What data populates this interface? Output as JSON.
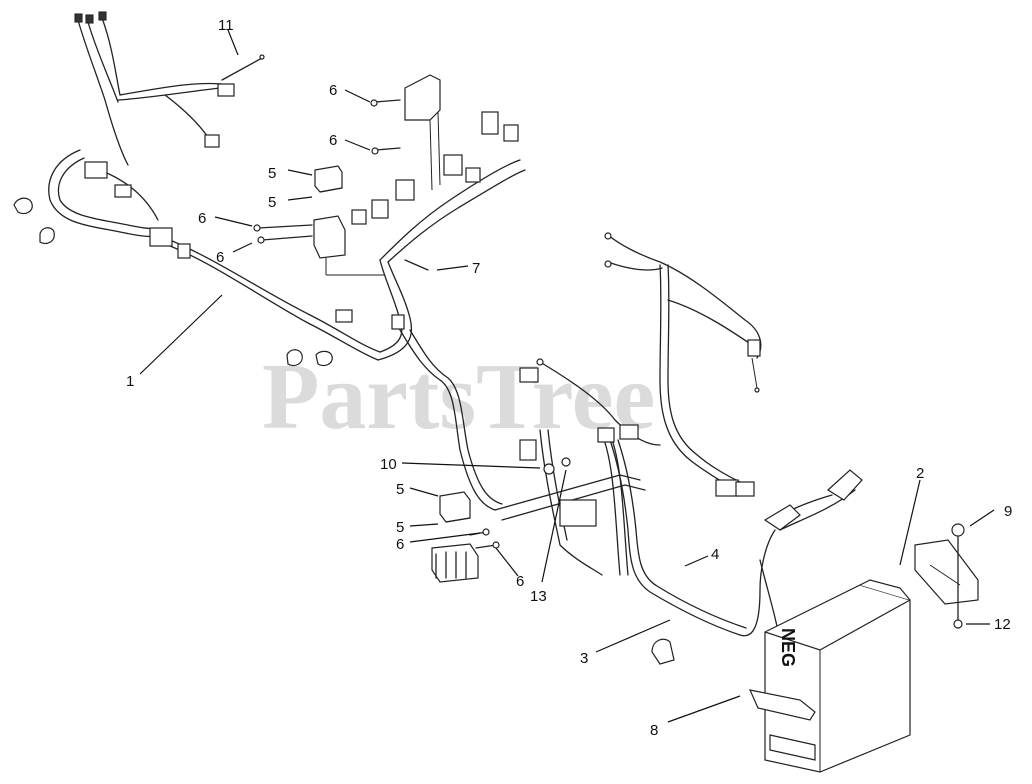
{
  "watermark": "PartsTree",
  "battery_label": "NEG",
  "callouts": {
    "c1": "1",
    "c2": "2",
    "c3": "3",
    "c4": "4",
    "c5a": "5",
    "c5b": "5",
    "c5c": "5",
    "c5d": "5",
    "c6a": "6",
    "c6b": "6",
    "c6c": "6",
    "c6d": "6",
    "c6e": "6",
    "c6f": "6",
    "c7": "7",
    "c8": "8",
    "c9": "9",
    "c10": "10",
    "c11": "11",
    "c12": "12",
    "c13": "13"
  }
}
